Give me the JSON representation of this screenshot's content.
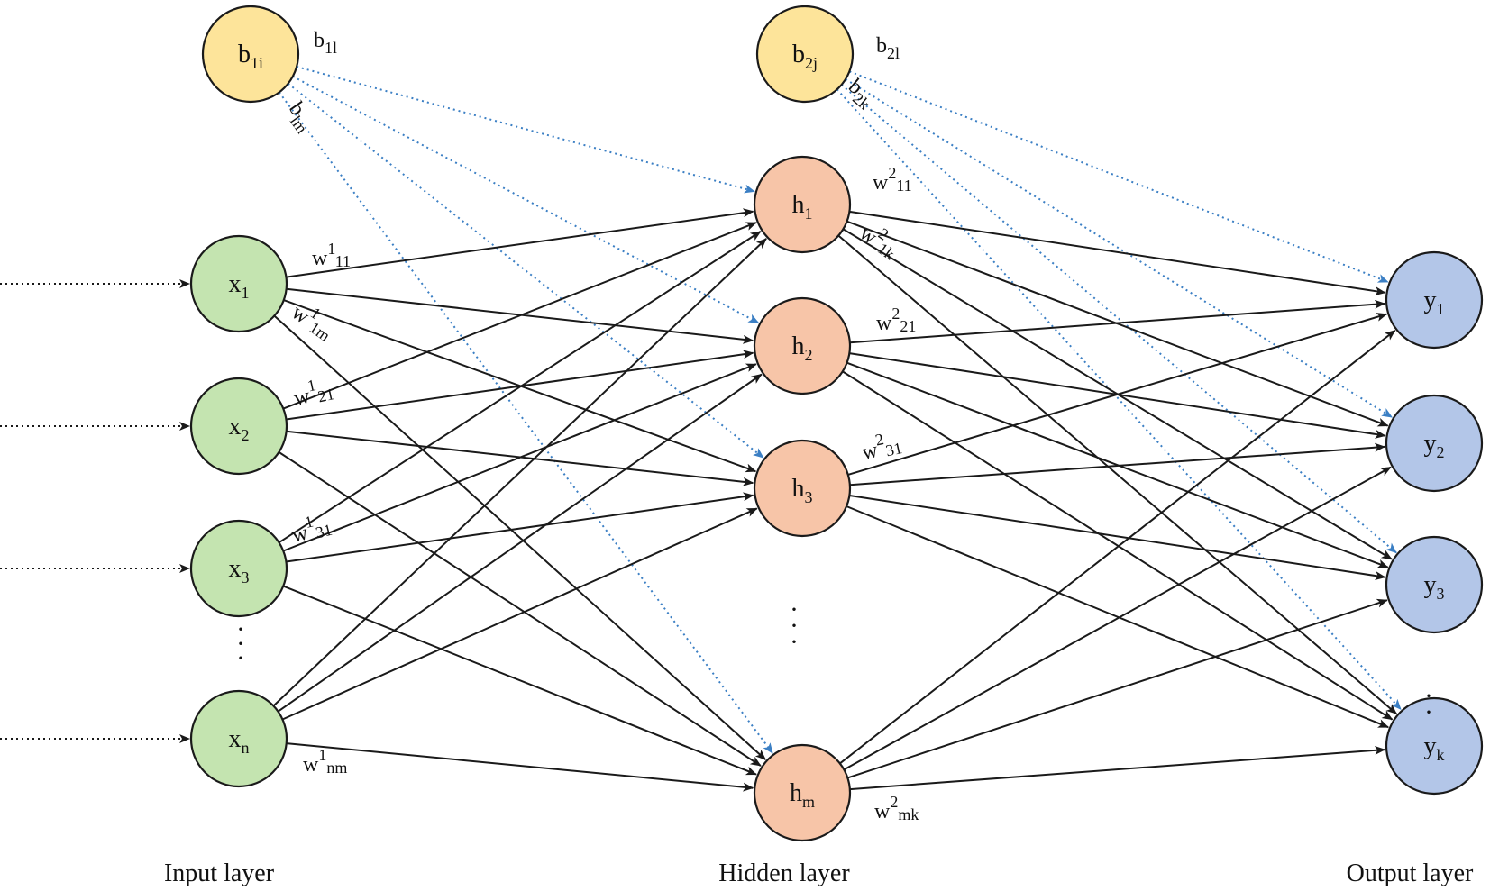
{
  "colors": {
    "bias": "#fde49a",
    "input": "#c4e4b0",
    "hidden": "#f7c5a8",
    "output": "#b3c6e8",
    "edge": "#1a1a1a",
    "bias_edge": "#3b7fc4"
  },
  "layers": {
    "input": "Input layer",
    "hidden": "Hidden layer",
    "output": "Output layer"
  },
  "nodes": {
    "b1": {
      "base": "b",
      "sub": "1i"
    },
    "b2": {
      "base": "b",
      "sub": "2j"
    },
    "x1": {
      "base": "x",
      "sub": "1"
    },
    "x2": {
      "base": "x",
      "sub": "2"
    },
    "x3": {
      "base": "x",
      "sub": "3"
    },
    "xn": {
      "base": "x",
      "sub": "n"
    },
    "h1": {
      "base": "h",
      "sub": "1"
    },
    "h2": {
      "base": "h",
      "sub": "2"
    },
    "h3": {
      "base": "h",
      "sub": "3"
    },
    "hm": {
      "base": "h",
      "sub": "m"
    },
    "y1": {
      "base": "y",
      "sub": "1"
    },
    "y2": {
      "base": "y",
      "sub": "2"
    },
    "y3": {
      "base": "y",
      "sub": "3"
    },
    "yk": {
      "base": "y",
      "sub": "k"
    }
  },
  "weights": {
    "b1l": {
      "base": "b",
      "sub": "1l"
    },
    "b1m": {
      "base": "b",
      "sub": "lm"
    },
    "b21": {
      "base": "b",
      "sub": "2l"
    },
    "b2k": {
      "base": "b",
      "sub": "2k"
    },
    "w1_11": {
      "base": "w",
      "sup": "1",
      "sub": "11"
    },
    "w1_1m": {
      "base": "w",
      "sup": "1",
      "sub": "1m"
    },
    "w1_21": {
      "base": "w",
      "sup": "1",
      "sub": "21"
    },
    "w1_31": {
      "base": "w",
      "sup": "1",
      "sub": "31"
    },
    "w1_nm": {
      "base": "w",
      "sup": "1",
      "sub": "nm"
    },
    "w2_11": {
      "base": "w",
      "sup": "2",
      "sub": "11"
    },
    "w2_1k": {
      "base": "w",
      "sup": "2",
      "sub": "1k"
    },
    "w2_21": {
      "base": "w",
      "sup": "2",
      "sub": "21"
    },
    "w2_31": {
      "base": "w",
      "sup": "2",
      "sub": "31"
    },
    "w2_mk": {
      "base": "w",
      "sup": "2",
      "sub": "mk"
    }
  },
  "ellipsis": "·"
}
